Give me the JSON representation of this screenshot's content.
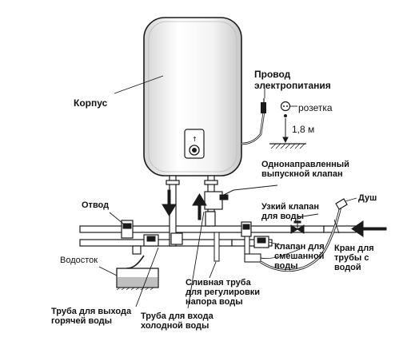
{
  "labels": {
    "housing": "Корпус",
    "power_cable": "Провод\nэлектропитания",
    "socket": "розетка",
    "height": "1,8 м",
    "check_valve": "Однонаправленный\nвыпускной клапан",
    "outlet": "Отвод",
    "narrow_valve": "Узкий клапан\nдля воды",
    "shower": "Душ",
    "drain": "Водосток",
    "mixer_valve": "Клапан для\nсмешанной\nводы",
    "pipe_tap": "Кран для\nтрубы с\nводой",
    "drain_pipe": "Сливная труба\nдля регулировки\nнапора воды",
    "hot_pipe": "Труба для выхода\nгорячей воды",
    "cold_pipe": "Труба для входа\nхолодной воды"
  },
  "thermostat_mark": "↑",
  "colors": {
    "line": "#1a1a1a",
    "tank_light": "#ffffff",
    "tank_shade": "#cfcfcf",
    "water": "#bfbfbf"
  }
}
